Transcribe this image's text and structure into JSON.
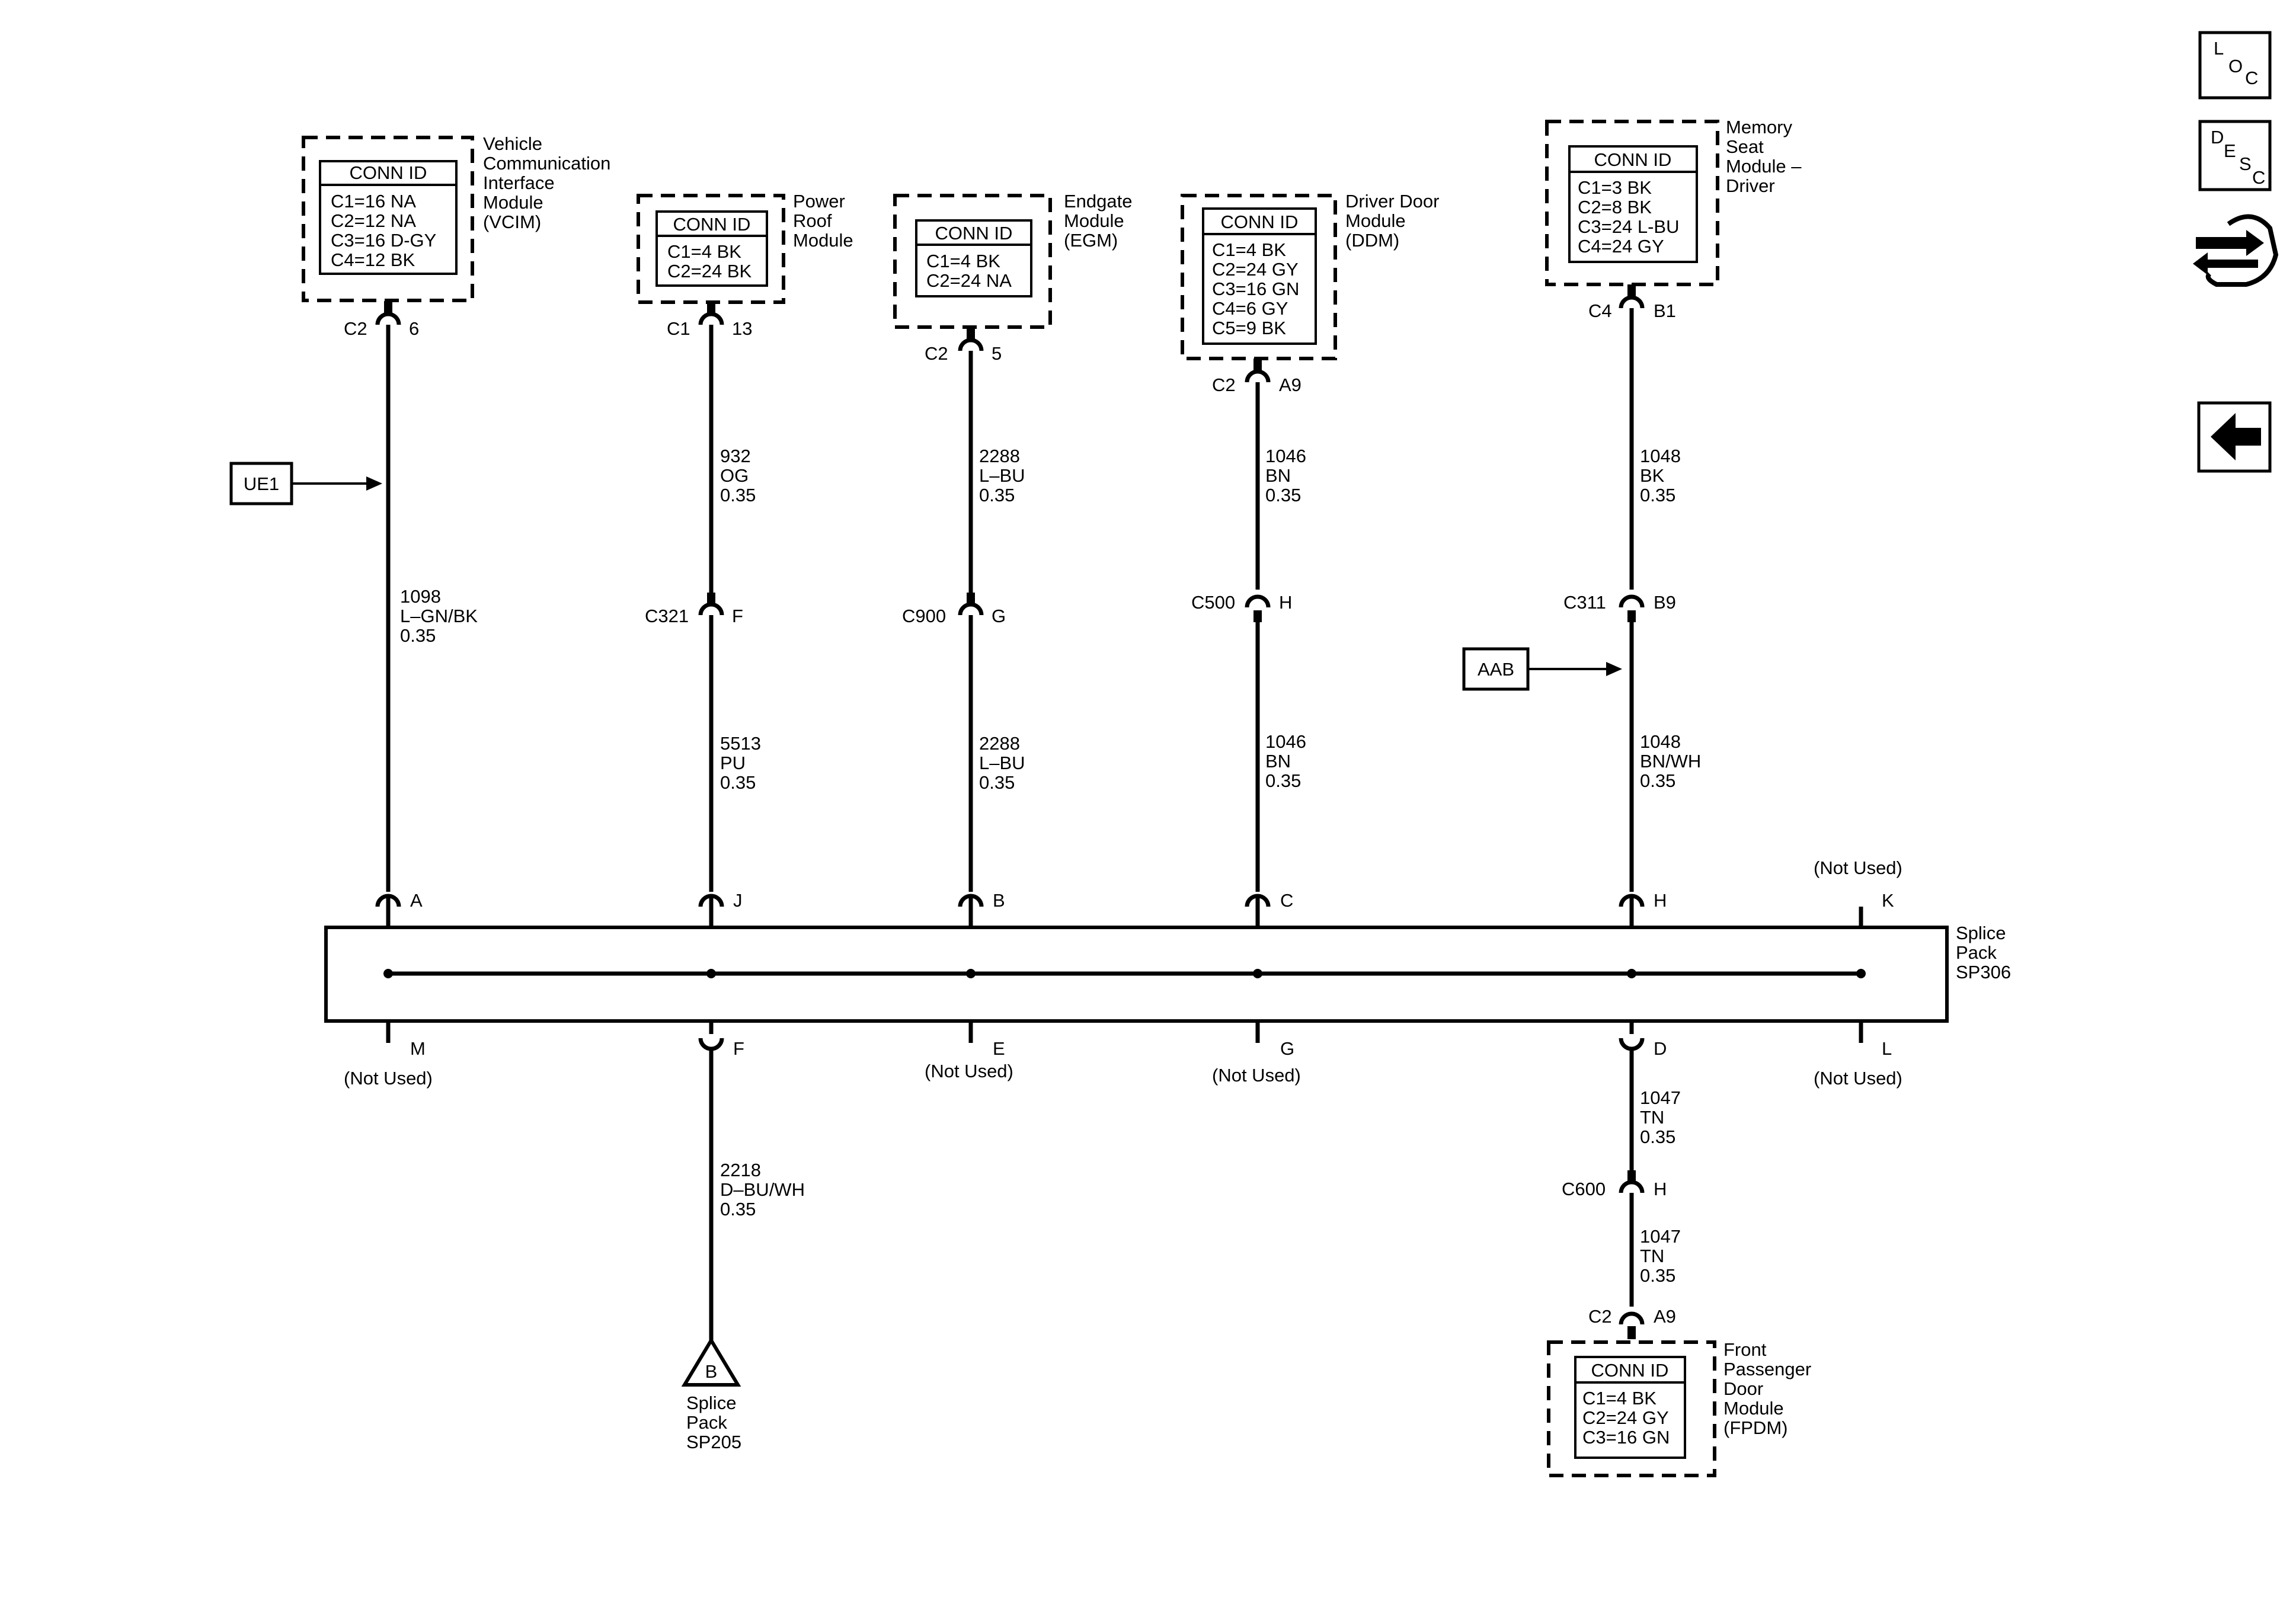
{
  "nav": {
    "loc": {
      "l": "L",
      "o": "O",
      "c": "C"
    },
    "desc": {
      "d": "D",
      "e": "E",
      "s": "S",
      "c": "C"
    }
  },
  "modules": {
    "vcim": {
      "name": [
        "Vehicle",
        "Communication",
        "Interface",
        "Module",
        "(VCIM)"
      ],
      "conn_title": "CONN ID",
      "conns": [
        "C1=16 NA",
        "C2=12 NA",
        "C3=16 D-GY",
        "C4=12 BK"
      ],
      "pin_conn": "C2",
      "pin_num": "6"
    },
    "prm": {
      "name": [
        "Power",
        "Roof",
        "Module"
      ],
      "conn_title": "CONN ID",
      "conns": [
        "C1=4 BK",
        "C2=24 BK"
      ],
      "pin_conn": "C1",
      "pin_num": "13"
    },
    "egm": {
      "name": [
        "Endgate",
        "Module",
        "(EGM)"
      ],
      "conn_title": "CONN ID",
      "conns": [
        "C1=4 BK",
        "C2=24 NA"
      ],
      "pin_conn": "C2",
      "pin_num": "5"
    },
    "ddm": {
      "name": [
        "Driver Door",
        "Module",
        "(DDM)"
      ],
      "conn_title": "CONN ID",
      "conns": [
        "C1=4 BK",
        "C2=24 GY",
        "C3=16 GN",
        "C4=6 GY",
        "C5=9 BK"
      ],
      "pin_conn": "C2",
      "pin_num": "A9"
    },
    "msm": {
      "name": [
        "Memory",
        "Seat",
        "Module –",
        "Driver"
      ],
      "conn_title": "CONN ID",
      "conns": [
        "C1=3 BK",
        "C2=8 BK",
        "C3=24 L-BU",
        "C4=24 GY"
      ],
      "pin_conn": "C4",
      "pin_num": "B1"
    },
    "fpdm": {
      "name": [
        "Front",
        "Passenger",
        "Door",
        "Module",
        "(FPDM)"
      ],
      "conn_title": "CONN ID",
      "conns": [
        "C1=4 BK",
        "C2=24 GY",
        "C3=16 GN"
      ],
      "pin_conn": "C2",
      "pin_num": "A9"
    }
  },
  "references": {
    "ue1": "UE1",
    "aab": "AAB"
  },
  "wires": {
    "vcim": [
      "1098",
      "L–GN/BK",
      "0.35"
    ],
    "prm_upper": [
      "932",
      "OG",
      "0.35"
    ],
    "prm_lower": [
      "5513",
      "PU",
      "0.35"
    ],
    "egm_upper": [
      "2288",
      "L–BU",
      "0.35"
    ],
    "egm_lower": [
      "2288",
      "L–BU",
      "0.35"
    ],
    "ddm_upper": [
      "1046",
      "BN",
      "0.35"
    ],
    "ddm_lower": [
      "1046",
      "BN",
      "0.35"
    ],
    "msm_upper": [
      "1048",
      "BK",
      "0.35"
    ],
    "msm_lower": [
      "1048",
      "BN/WH",
      "0.35"
    ],
    "sp205": [
      "2218",
      "D–BU/WH",
      "0.35"
    ],
    "fpdm_upper": [
      "1047",
      "TN",
      "0.35"
    ],
    "fpdm_lower": [
      "1047",
      "TN",
      "0.35"
    ]
  },
  "inline_connectors": {
    "c321": {
      "id": "C321",
      "pin": "F"
    },
    "c900": {
      "id": "C900",
      "pin": "G"
    },
    "c500": {
      "id": "C500",
      "pin": "H"
    },
    "c311": {
      "id": "C311",
      "pin": "B9"
    },
    "c600": {
      "id": "C600",
      "pin": "H"
    }
  },
  "splice_pack": {
    "name": [
      "Splice",
      "Pack",
      "SP306"
    ],
    "top_pins": [
      "A",
      "J",
      "B",
      "C",
      "H",
      "K"
    ],
    "bottom_pins": [
      "M",
      "F",
      "E",
      "G",
      "D",
      "L"
    ],
    "not_used": "(Not Used)"
  },
  "sp205": {
    "letter": "B",
    "name": [
      "Splice",
      "Pack",
      "SP205"
    ]
  }
}
